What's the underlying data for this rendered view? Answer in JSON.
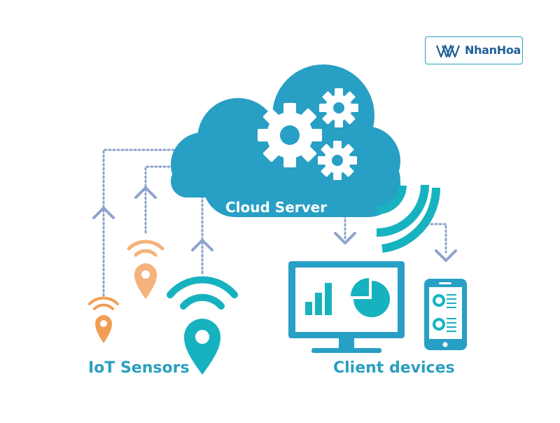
{
  "brand": {
    "logo_text": "NhanHoa"
  },
  "labels": {
    "cloud": "Cloud Server",
    "iot": "IoT Sensors",
    "client": "Client devices"
  },
  "colors": {
    "cloud": "#289fc4",
    "teal": "#17b2bf",
    "orange": "#f19e54",
    "light_orange": "#f5b27a",
    "dotted": "#8ea3cc",
    "navy": "#1f5f97",
    "label": "#2b9fbf"
  },
  "icons": [
    "gear-icon",
    "wifi-broadcast-icon",
    "iot-sensor-pin-icon",
    "monitor-icon",
    "bar-chart-icon",
    "pie-chart-icon",
    "smartphone-icon",
    "up-arrow-icon",
    "down-arrow-icon"
  ]
}
